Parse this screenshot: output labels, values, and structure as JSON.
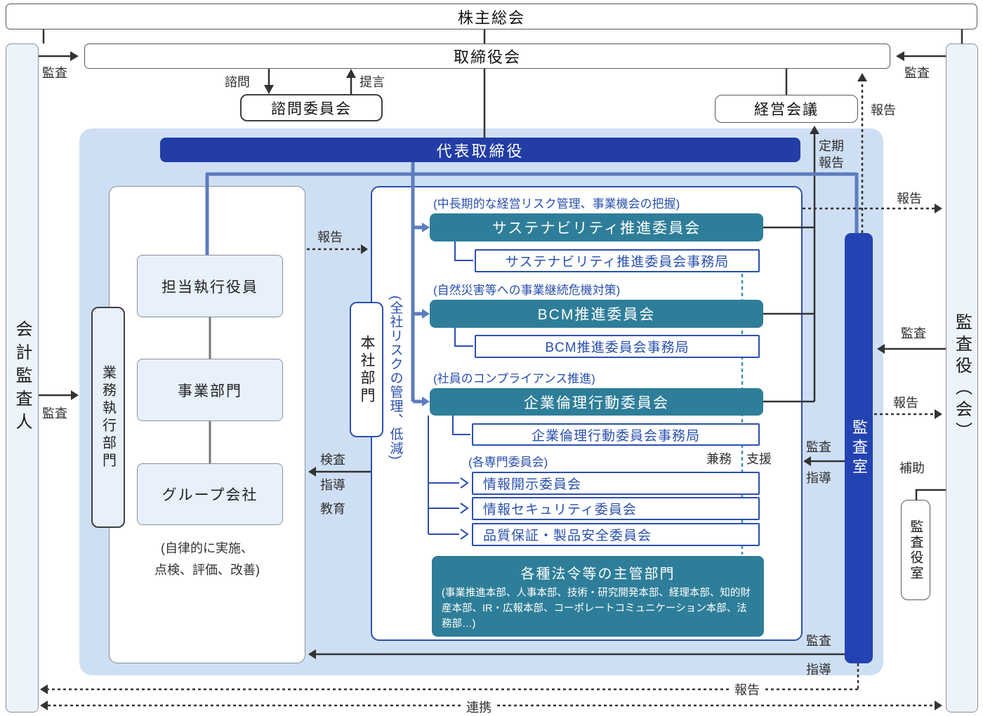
{
  "title_boxes": {
    "shareholders": "株主総会",
    "board": "取締役会",
    "advisory_committee": "諮問委員会",
    "management_meeting": "経営会議",
    "representative_director": "代表取締役"
  },
  "left_column": {
    "accounting_auditor": "会計監査人"
  },
  "right_column": {
    "audit_board": "監査役（会）",
    "audit_board_room": "監査役室",
    "assist": "補助"
  },
  "execution_block": {
    "label": "業務執行部門",
    "executive_officer": "担当執行役員",
    "business_divisions": "事業部門",
    "group_companies": "グループ会社",
    "note_line1": "(自律的に実施、",
    "note_line2": "点検、評価、改善)"
  },
  "head_office_block": {
    "label": "本社部門",
    "risk_note": "(全社リスクの管理、低減)",
    "committees": [
      {
        "note": "(中長期的な経営リスク管理、事業機会の把握)",
        "name": "サステナビリティ推進委員会",
        "office": "サステナビリティ推進委員会事務局"
      },
      {
        "note": "(自然災害等への事業継続危機対策)",
        "name": "BCM推進委員会",
        "office": "BCM推進委員会事務局"
      },
      {
        "note": "(社員のコンプライアンス推進)",
        "name": "企業倫理行動委員会",
        "office": "企業倫理行動委員会事務局"
      }
    ],
    "specialized_note": "(各専門委員会)",
    "specialized_committees": [
      "情報開示委員会",
      "情報セキュリティ委員会",
      "品質保証・製品安全委員会"
    ],
    "legal_departments": {
      "title": "各種法令等の主管部門",
      "detail": "(事業推進本部、人事本部、技術・研究開発本部、経理本部、知的財産本部、IR・広報本部、コーポレートコミュニケーション本部、法務部…)"
    }
  },
  "audit_office": {
    "label": "監査室"
  },
  "edge_labels": {
    "audit_top_left": "監査",
    "consult": "諮問",
    "propose": "提言",
    "audit_top_right": "監査",
    "report_to_board": "報告",
    "periodic_report_line1": "定期",
    "periodic_report_line2": "報告",
    "report_to_audit_board": "報告",
    "report_exec_to_headoffice": "報告",
    "audit_mid_left": "監査",
    "inspect": "検査",
    "guide": "指導",
    "educate": "教育",
    "concurrent": "兼務",
    "support": "支援",
    "audit_board_to_office": "監査",
    "office_report_to_audit_board": "報告",
    "audit_guide_line1": "監査",
    "audit_guide_line2": "指導",
    "audit_guide_bottom_line1": "監査",
    "audit_guide_bottom_line2": "指導",
    "report_bottom": "報告",
    "cooperation": "連携"
  },
  "colors": {
    "navy": "#223da5",
    "audit_office_navy": "#2343b2",
    "teal": "#2e7e99",
    "blue_line": "#2a50ae",
    "steel_blue": "#5d7cbe",
    "light_blue_bg": "#cfdff3"
  }
}
